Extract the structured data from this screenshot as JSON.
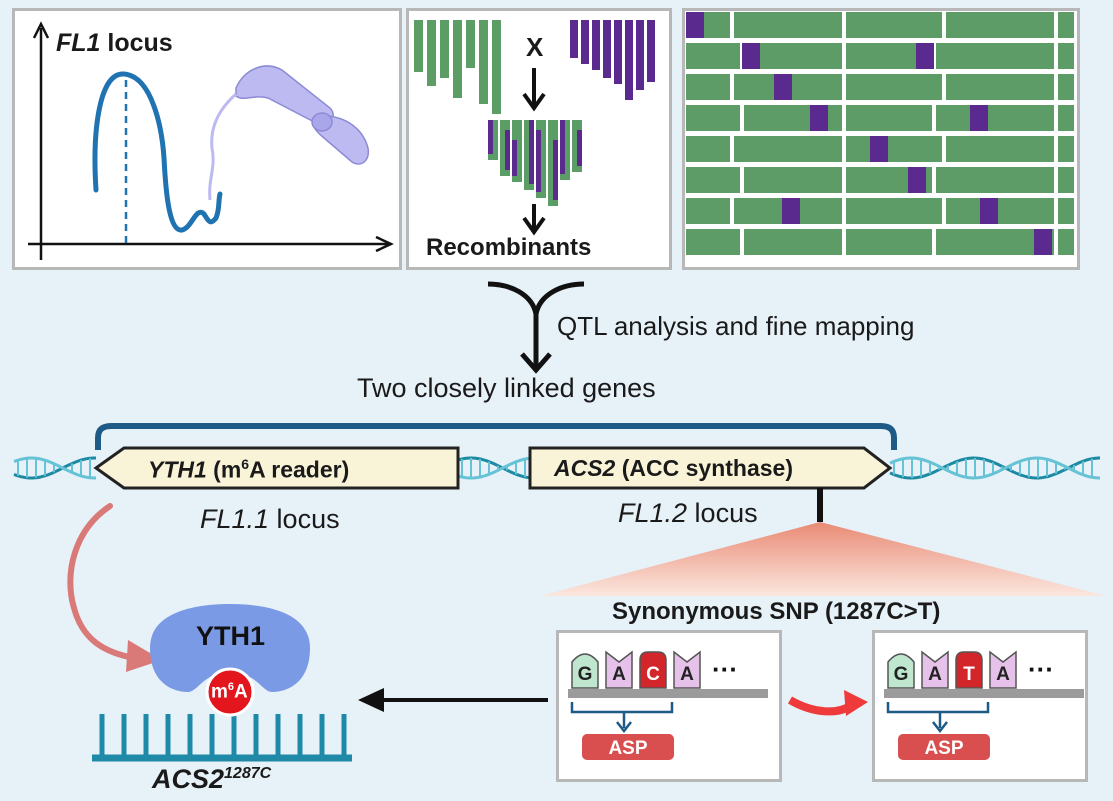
{
  "panels": {
    "locus": {
      "title_gene": "FL1",
      "title_suffix": "locus"
    },
    "cross": {
      "cross_symbol": "X",
      "recombinants": "Recombinants"
    }
  },
  "workflow": {
    "analysis": "QTL analysis and fine mapping",
    "result": "Two closely linked genes"
  },
  "genes": {
    "yth1": {
      "name": "YTH1",
      "desc_open": " (m",
      "desc_sup": "6",
      "desc_close": "A reader)",
      "locus_name": "FL1.1",
      "locus_word": " locus"
    },
    "acs2": {
      "name": "ACS2",
      "desc": " (ACC synthase)",
      "locus_name": "FL1.2",
      "locus_word": " locus"
    }
  },
  "reader": {
    "protein": "YTH1",
    "mark_m": "m",
    "mark_sup": "6",
    "mark_a": "A",
    "transcript": "ACS2",
    "transcript_sup": "1287C"
  },
  "snp": {
    "title": "Synonymous SNP (1287C>T)",
    "ellipsis": "···",
    "left_bases": [
      "G",
      "A",
      "C",
      "A"
    ],
    "right_bases": [
      "G",
      "A",
      "T",
      "A"
    ],
    "amino_acid": "ASP"
  },
  "colors": {
    "background": "#e7f1f8",
    "curve_blue": "#1f73b0",
    "chromosome": "#b7b5ee",
    "parent_green": "#5a9e66",
    "parent_purple": "#5a2a8e",
    "grid_green": "#5e9c67",
    "dna_teal": "#24a0b8",
    "gene_box": "#f9f4d8",
    "reader_blue": "#7b9ae6",
    "m6a_red": "#e3161d",
    "asp_red": "#d94e4e",
    "base_green": "#bfe6cf",
    "base_pink": "#e6c2eb",
    "base_red": "#d2262b"
  }
}
